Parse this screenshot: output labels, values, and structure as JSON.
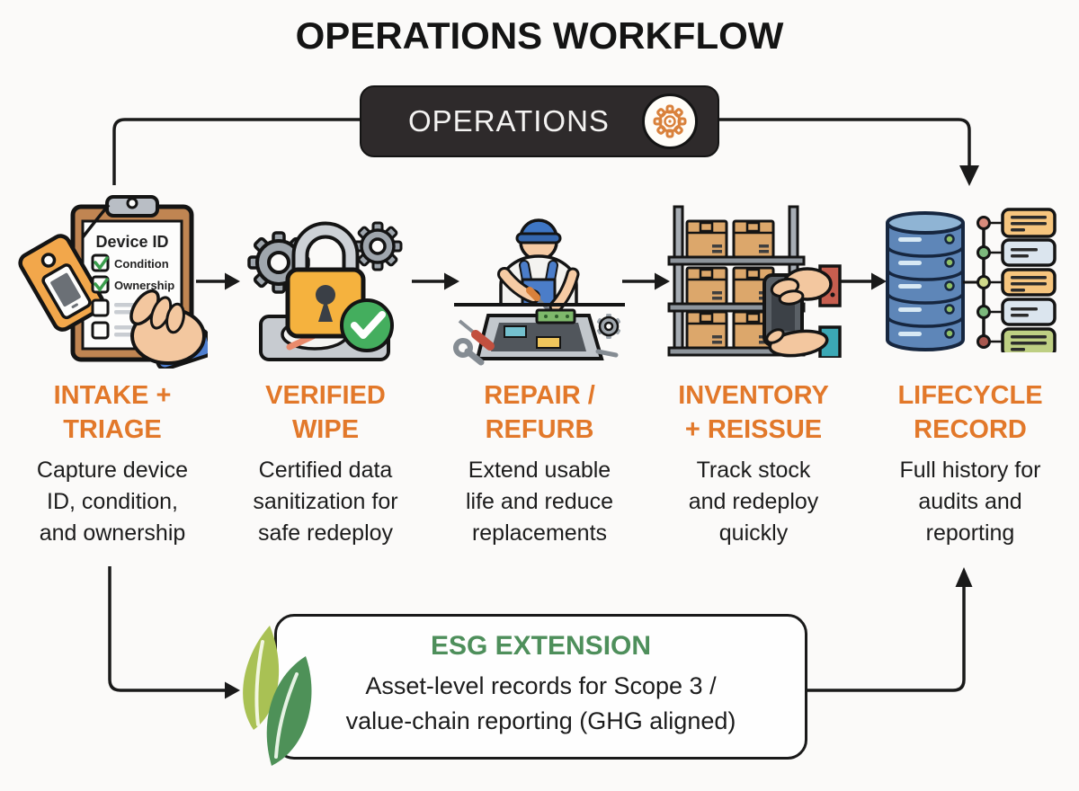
{
  "header": {
    "title": "OPERATIONS WORKFLOW"
  },
  "banner": {
    "label": "OPERATIONS",
    "icon": "gear-icon"
  },
  "colors": {
    "accent_orange": "#E2782A",
    "esg_green": "#4E8F5B",
    "banner_background": "#2E2A2B",
    "connector_black": "#1A1A1A"
  },
  "stages": [
    {
      "id": "intake-triage",
      "title": "INTAKE +\nTRIAGE",
      "description": "Capture device\nID, condition,\nand ownership",
      "icon": "clipboard-checklist-icon"
    },
    {
      "id": "verified-wipe",
      "title": "VERIFIED\nWIPE",
      "description": "Certified data\nsanitization for\nsafe redeploy",
      "icon": "lock-harddrive-icon"
    },
    {
      "id": "repair-refurb",
      "title": "REPAIR /\nREFURB",
      "description": "Extend usable\nlife and reduce\nreplacements",
      "icon": "technician-repair-icon"
    },
    {
      "id": "inventory-reissue",
      "title": "INVENTORY\n+ REISSUE",
      "description": "Track stock\nand redeploy\nquickly",
      "icon": "warehouse-shelf-icon"
    },
    {
      "id": "lifecycle-record",
      "title": "LIFECYCLE\nRECORD",
      "description": "Full history for\naudits and\nreporting",
      "icon": "database-records-icon"
    }
  ],
  "clipboard": {
    "heading": "Device ID",
    "item1": "Condition",
    "item2": "Ownership"
  },
  "esg": {
    "title": "ESG EXTENSION",
    "description": "Asset-level records for Scope 3 /\nvalue-chain reporting (GHG aligned)",
    "icon": "leaf-icon"
  }
}
